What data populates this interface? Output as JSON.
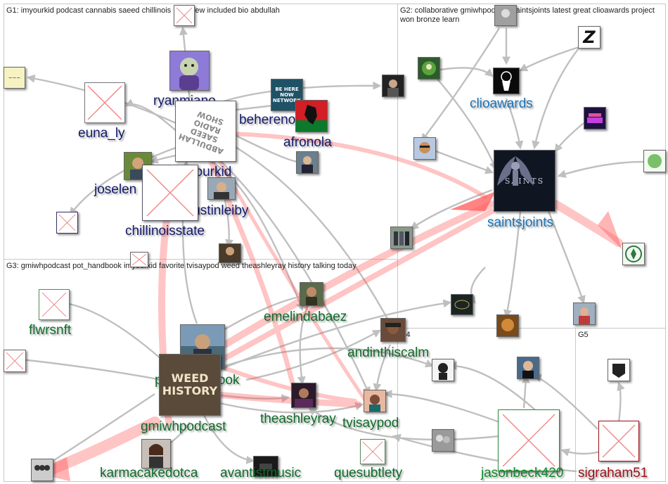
{
  "groups": [
    {
      "id": "G1",
      "title": "G1: imyourkid podcast cannabis saeed chillinois icymi few included bio abdullah"
    },
    {
      "id": "G2",
      "title": "G2: collaborative gmiwhpodcast saintsjoints latest great clioawards project won bronze learn"
    },
    {
      "id": "G3",
      "title": "G3: gmiwhpodcast pot_handbook imyourkid favorite tvisaypod weed theashleyray history talking today"
    },
    {
      "id": "G4",
      "title": "G4"
    },
    {
      "id": "G5",
      "title": "G5"
    }
  ],
  "labels": {
    "euna_ly": "euna_ly",
    "ryanmiano": "ryanmiano",
    "imyourkid": "imyourkid",
    "beherenow": "beherenownet",
    "afronola": "afronola",
    "joselen": "joselen",
    "justinleiby": "justinleiby",
    "chillinoisstate": "chillinoisstate",
    "clioawards": "clioawards",
    "saintsjoints": "saintsjoints",
    "flwrsnft": "flwrsnft",
    "emelindabaez": "emelindabaez",
    "andinthiscalm": "andinthiscalm",
    "pot_handbook": "pot_handbook",
    "gmiwhpodcast": "gmiwhpodcast",
    "theashleyray": "theashleyray",
    "tvisaypod": "tvisaypod",
    "karmacakedotca": "karmacakedotca",
    "avantistmusic": "avantistmusic",
    "quesubtlety": "quesubtlety",
    "jasonbeck420": "jasonbeck420",
    "sigraham51": "sigraham51"
  },
  "logo_text": {
    "beherenow": "BE HERE NOW NETWORK",
    "weedhistory": "WEED HISTORY",
    "imyourkid_radio": "ABDULLAH SAEED RADIO SHOW",
    "saints": "SAINTS",
    "clio_z": "Z"
  },
  "colors": {
    "edge_gray": "#b9b9b9",
    "edge_red": "#ff5a5a",
    "g1_label": "#131a6b",
    "g2_label": "#1a74b8",
    "g3_label": "#0f6b2a",
    "g4_label": "#0f8a2a",
    "g5_label": "#9a1018",
    "box_border": "#c8c8c8",
    "placeholder_x": "#f08a8a"
  },
  "icons": [
    "missing-image-icon",
    "avatar-icon",
    "logo-icon"
  ]
}
